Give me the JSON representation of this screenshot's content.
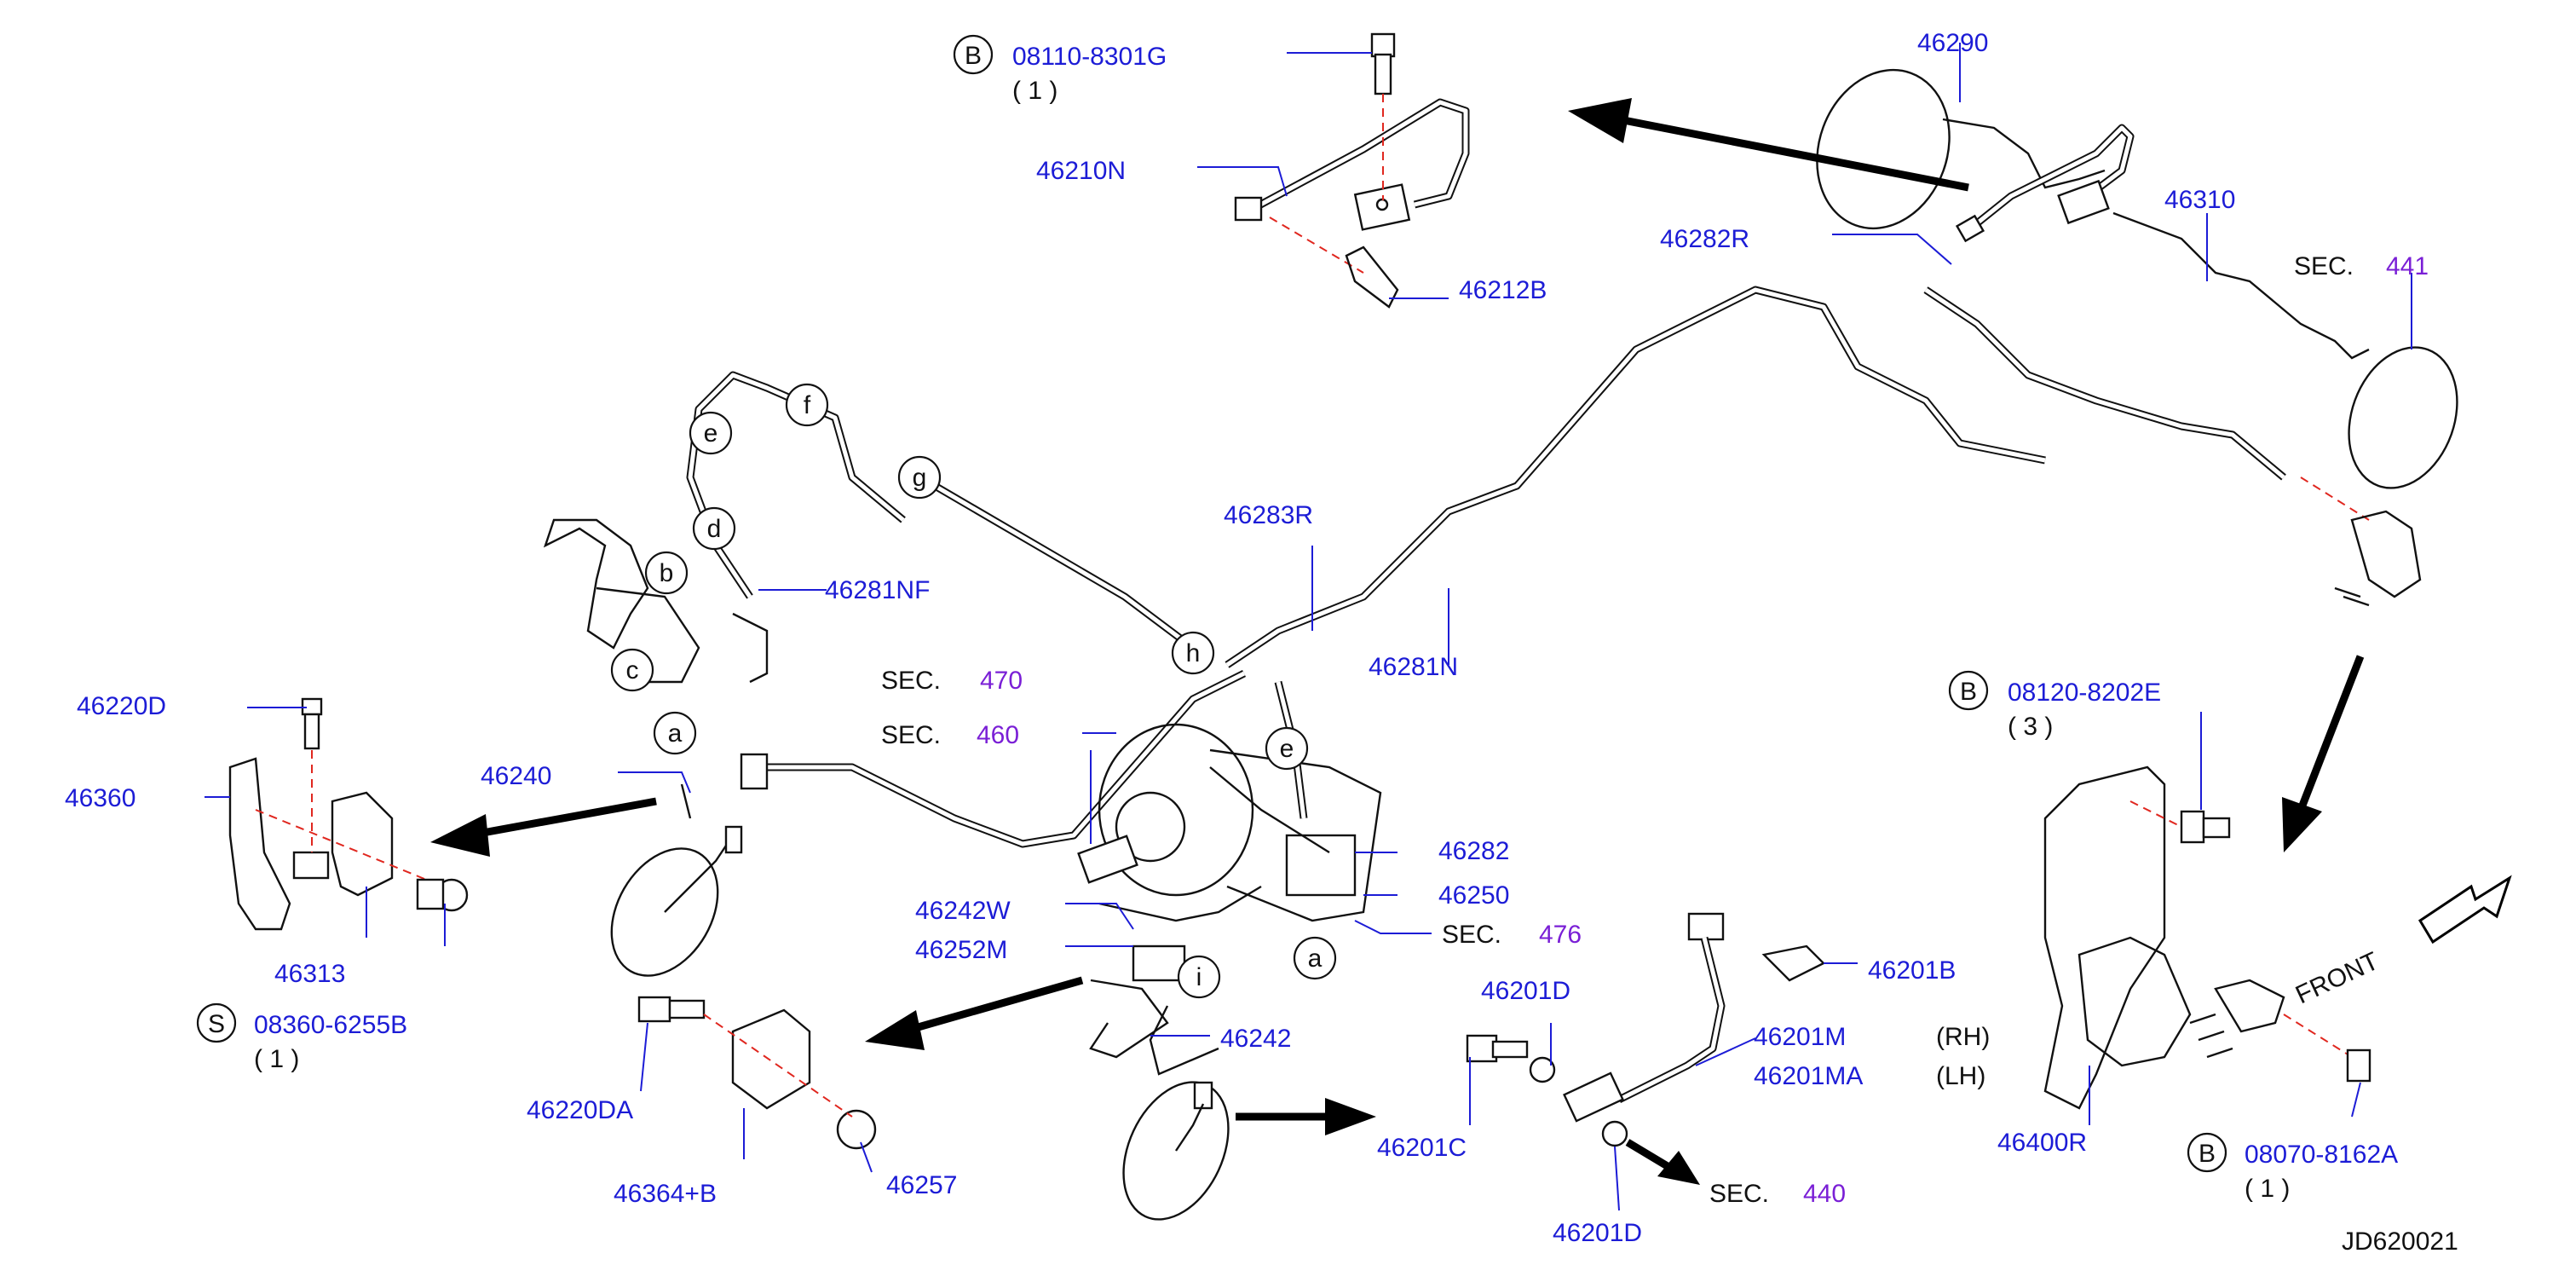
{
  "colors": {
    "part_number": "#1c1cd6",
    "section_number": "#7a1fd6",
    "guide_line": "#e0271f",
    "text": "#111111"
  },
  "labels": {
    "p46290": "46290",
    "p46310": "46310",
    "p46282R": "46282R",
    "p46210N": "46210N",
    "p46212B": "46212B",
    "p46283R": "46283R",
    "p46281N": "46281N",
    "p46281NF": "46281NF",
    "p46220D": "46220D",
    "p46360": "46360",
    "p46240": "46240",
    "p46313": "46313",
    "p46282": "46282",
    "p46250": "46250",
    "p46242W": "46242W",
    "p46252M": "46252M",
    "p46242": "46242",
    "p46220DA": "46220DA",
    "p46364B": "46364+B",
    "p46257": "46257",
    "p46201D_top": "46201D",
    "p46201C": "46201C",
    "p46201D_bot": "46201D",
    "p46201B": "46201B",
    "p46201M": "46201M",
    "p46201MA": "46201MA",
    "rh": "(RH)",
    "lh": "(LH)",
    "p46400R": "46400R",
    "front": "FRONT",
    "diagram_id": "JD620021"
  },
  "sections": [
    {
      "prefix": "SEC.",
      "number": "441"
    },
    {
      "prefix": "SEC.",
      "number": "470"
    },
    {
      "prefix": "SEC.",
      "number": "460"
    },
    {
      "prefix": "SEC.",
      "number": "476"
    },
    {
      "prefix": "SEC.",
      "number": "440"
    }
  ],
  "fasteners": [
    {
      "symbol": "B",
      "code": "08110-8301G",
      "qty": "( 1 )"
    },
    {
      "symbol": "B",
      "code": "08120-8202E",
      "qty": "( 3 )"
    },
    {
      "symbol": "S",
      "code": "08360-6255B",
      "qty": "( 1 )"
    },
    {
      "symbol": "B",
      "code": "08070-8162A",
      "qty": "( 1 )"
    }
  ],
  "connection_letters": [
    "a",
    "b",
    "c",
    "d",
    "e",
    "f",
    "g",
    "h",
    "e",
    "a",
    "i"
  ]
}
